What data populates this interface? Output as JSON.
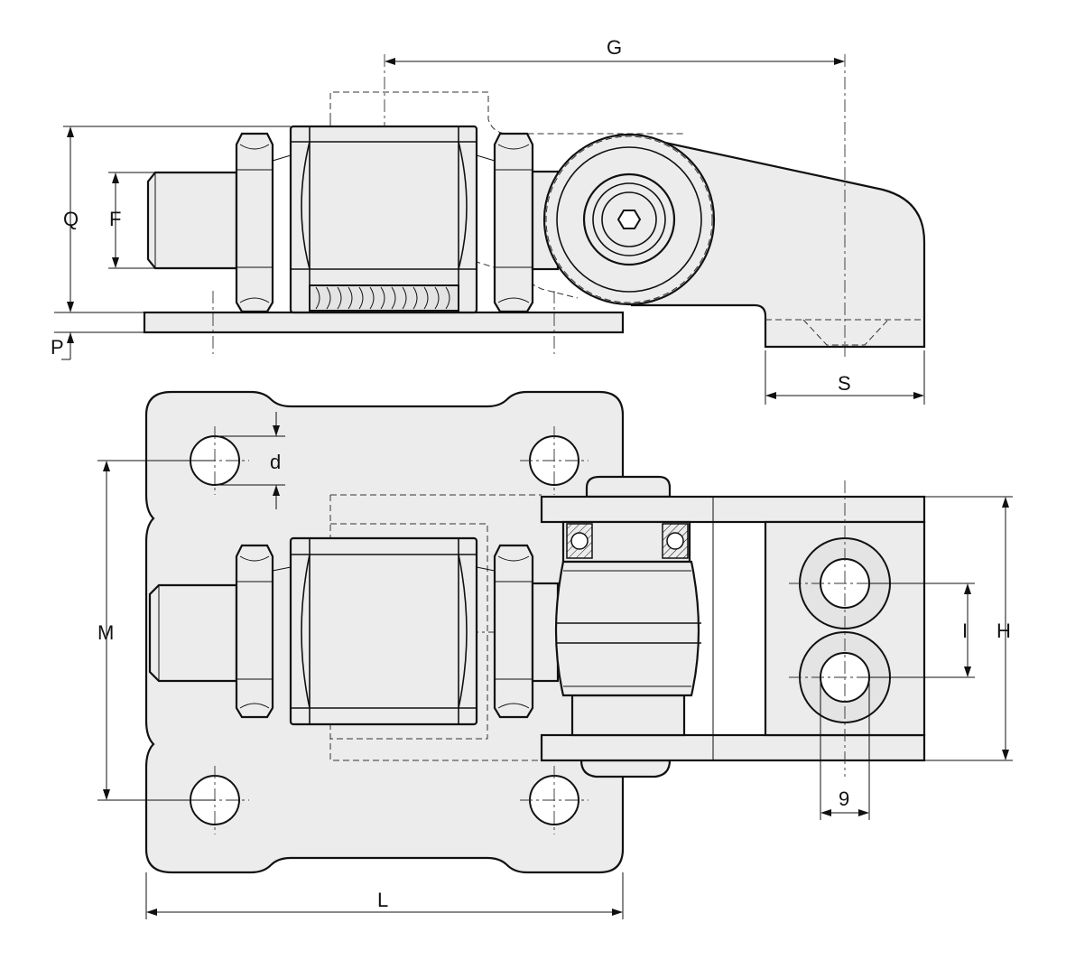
{
  "drawing": {
    "dimension_labels": {
      "G": "G",
      "Q": "Q",
      "F": "F",
      "P": "P",
      "S": "S",
      "d": "d",
      "M": "M",
      "L": "L",
      "I": "I",
      "H": "H",
      "nine": "9"
    }
  }
}
